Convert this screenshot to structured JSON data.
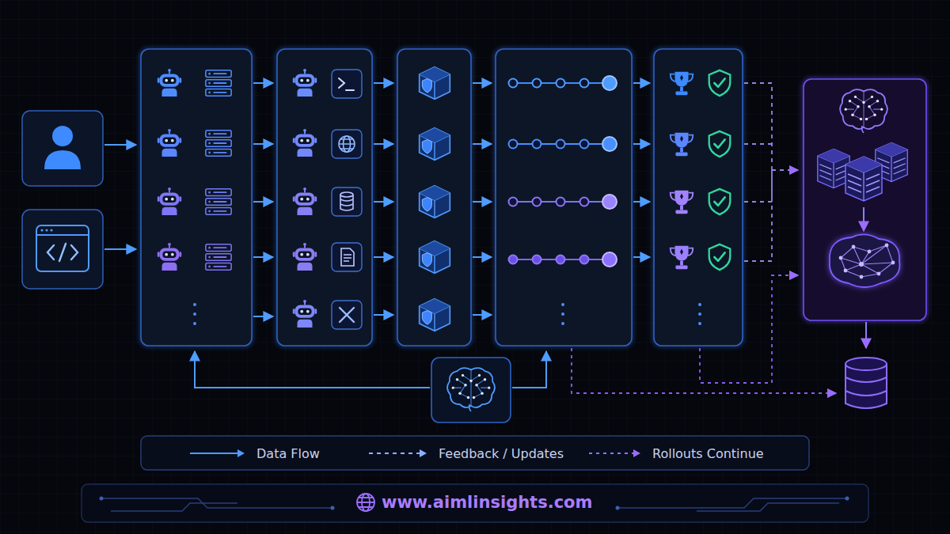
{
  "diagram": {
    "labels": [
      "www.aimlinsights.com"
    ],
    "legend": [
      {
        "text": "Data Flow"
      },
      {
        "text": "Feedback / Updates"
      },
      {
        "text": "Rollouts Continue"
      }
    ]
  }
}
